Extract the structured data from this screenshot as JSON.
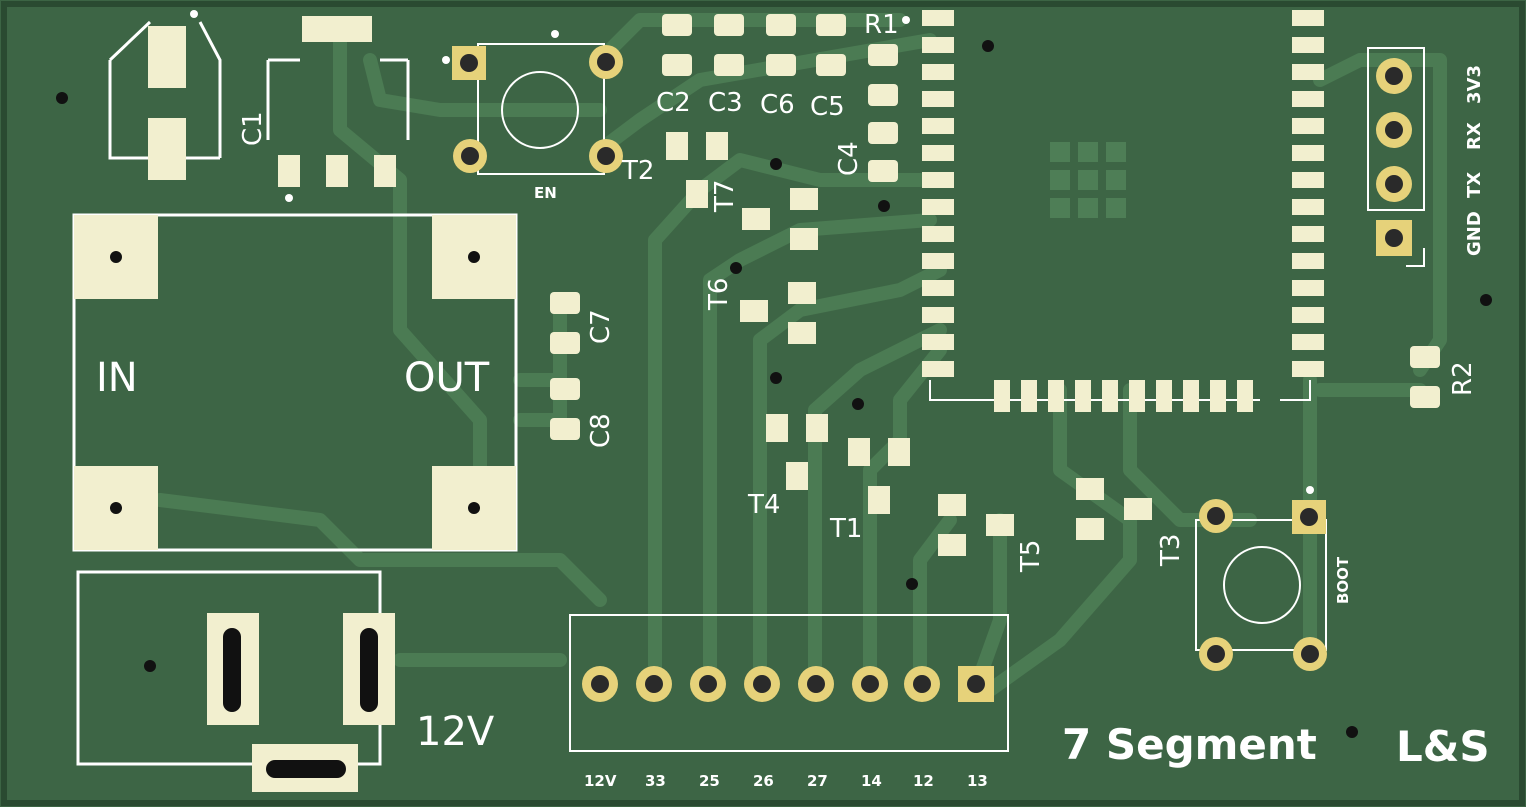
{
  "colors": {
    "board": "#3c6444",
    "trace": "#4a7a52",
    "silkscreen": "#ffffff",
    "pad": "#f4f1d8",
    "gold": "#e6d27a",
    "hole": "#111111"
  },
  "module": {
    "in_label": "IN",
    "out_label": "OUT"
  },
  "power": {
    "label": "12V"
  },
  "buttons": {
    "en_label": "EN",
    "boot_label": "BOOT"
  },
  "serial_header": {
    "pins": [
      "3V3",
      "RX",
      "TX",
      "GND"
    ]
  },
  "output_header": {
    "pins": [
      "12V",
      "33",
      "25",
      "26",
      "27",
      "14",
      "12",
      "13"
    ]
  },
  "components": {
    "capacitors": [
      "C1",
      "C2",
      "C3",
      "C6",
      "C5",
      "C4",
      "C7",
      "C8"
    ],
    "resistors": [
      "R1",
      "R2"
    ],
    "transistors": [
      "T1",
      "T2",
      "T3",
      "T4",
      "T5",
      "T6",
      "T7"
    ]
  },
  "branding": {
    "title": "7 Segment",
    "author": "L&S"
  }
}
